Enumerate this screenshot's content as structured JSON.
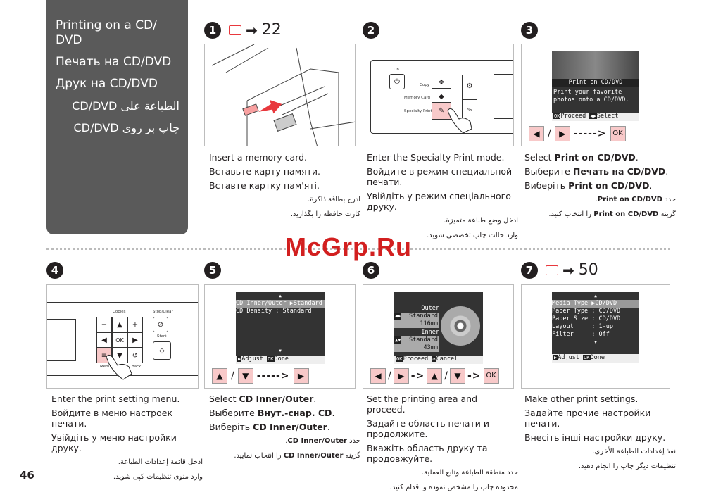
{
  "title": {
    "en": "Printing on a CD/ DVD",
    "ru": "Печать на CD/DVD",
    "uk": "Друк на CD/DVD",
    "ar": "الطباعة على CD/DVD",
    "fa": "چاپ بر روی CD/DVD"
  },
  "steps": [
    {
      "number": "1",
      "ref_page": "22",
      "lines": [
        "Insert a memory card.",
        "Вставьте карту памяти.",
        "Вставте картку пам'яті."
      ],
      "ar": "ادرج بطاقة ذاكرة.",
      "fa": "كارت حافظه را بگذاريد."
    },
    {
      "number": "2",
      "panel": {
        "on": "On",
        "copy": "Copy",
        "memory_card": "Memory Card",
        "specialty_print": "Specialty Print"
      },
      "lines": [
        "Enter the Specialty Print mode.",
        "Войдите в режим специальной печати.",
        "Увійдіть у режим спеціального друку."
      ],
      "ar": "ادخل وضع طباعة متميزة.",
      "fa": "وارد حالت چاپ تخصصی شويد."
    },
    {
      "number": "3",
      "screen": {
        "title": "Print on CD/DVD",
        "desc": "Print your favorite photos onto a CD/DVD.",
        "ok": "OK",
        "proceed": "Proceed",
        "select": "Select"
      },
      "nav": [
        "◀",
        "/",
        "▶",
        "----->",
        "OK"
      ],
      "lines": [
        [
          "Select ",
          "Print on CD/DVD",
          "."
        ],
        [
          "Выберите ",
          "Печать на CD/DVD",
          "."
        ],
        [
          "Виберіть ",
          "Print on CD/DVD",
          "."
        ]
      ],
      "ar": [
        "حدد ",
        "Print on CD/DVD",
        "."
      ],
      "fa": [
        "گزينه ",
        "Print on CD/DVD",
        " را انتخاب كنيد."
      ]
    },
    {
      "number": "4",
      "panel": {
        "copies": "Copies",
        "stop_clear": "Stop/Clear",
        "start": "Start",
        "menu": "Menu",
        "back": "Back",
        "minus": "−",
        "up": "▲",
        "plus": "+",
        "left": "◀",
        "ok": "OK",
        "right": "▶",
        "down": "▼"
      },
      "lines": [
        "Enter the print setting menu.",
        "Войдите в меню настроек печати.",
        "Увійдіть у меню настройки друку."
      ],
      "ar": "ادخل قائمة إعدادات الطباعة.",
      "fa": "وارد منوی تنظيمات كپی شويد."
    },
    {
      "number": "5",
      "screen": {
        "row1": "CD Inner/Outer ▶Standard",
        "row2": "CD Density : Standard",
        "adjust": "Adjust",
        "ok": "OK",
        "done": "Done"
      },
      "nav": [
        "▲",
        "/",
        "▼",
        "----->",
        "▶"
      ],
      "lines": [
        [
          "Select ",
          "CD Inner/Outer",
          "."
        ],
        [
          "Выберите ",
          "Внут.-снар. CD",
          "."
        ],
        [
          "Виберіть ",
          "CD Inner/Outer",
          "."
        ]
      ],
      "ar": [
        "حدد ",
        "CD Inner/Outer",
        "."
      ],
      "fa": [
        "گزينه ",
        "CD Inner/Outer",
        " را انتخاب نماييد."
      ]
    },
    {
      "number": "6",
      "screen": {
        "outer": "Outer",
        "outer_val": "Standard",
        "outer_mm": "116mm",
        "inner": "Inner",
        "inner_val": "Standard",
        "inner_mm": "43mm",
        "ok": "OK",
        "proceed": "Proceed",
        "cancel": "Cancel"
      },
      "nav": [
        "◀",
        "/",
        "▶",
        "->",
        "▲",
        "/",
        "▼",
        "->",
        "OK"
      ],
      "lines": [
        "Set the printing area and proceed.",
        "Задайте область печати и продолжите.",
        "Вкажіть область друку та продовжуйте."
      ],
      "ar": "حدد منطقة الطباعة وتابع العملية.",
      "fa": "محدوده چاپ را مشخص نموده و اقدام كنيد."
    },
    {
      "number": "7",
      "ref_page": "50",
      "screen": {
        "rows": [
          "Media Type ▶CD/DVD",
          "Paper Type : CD/DVD",
          "Paper Size : CD/DVD",
          "Layout     : 1-up",
          "Filter     : Off"
        ],
        "adjust": "Adjust",
        "ok": "OK",
        "done": "Done"
      },
      "lines": [
        "Make other print settings.",
        "Задайте прочие настройки печати.",
        "Внесіть інші настройки друку."
      ],
      "ar": "نفذ إعدادات الطباعة الأخرى.",
      "fa": "تنظيمات ديگر چاپ را انجام دهيد."
    }
  ],
  "watermark": "McGrp.Ru",
  "page_number": "46",
  "colors": {
    "title_bg": "#5a5a5a",
    "highlight": "#f8c9c9",
    "accent": "#e8383d"
  }
}
